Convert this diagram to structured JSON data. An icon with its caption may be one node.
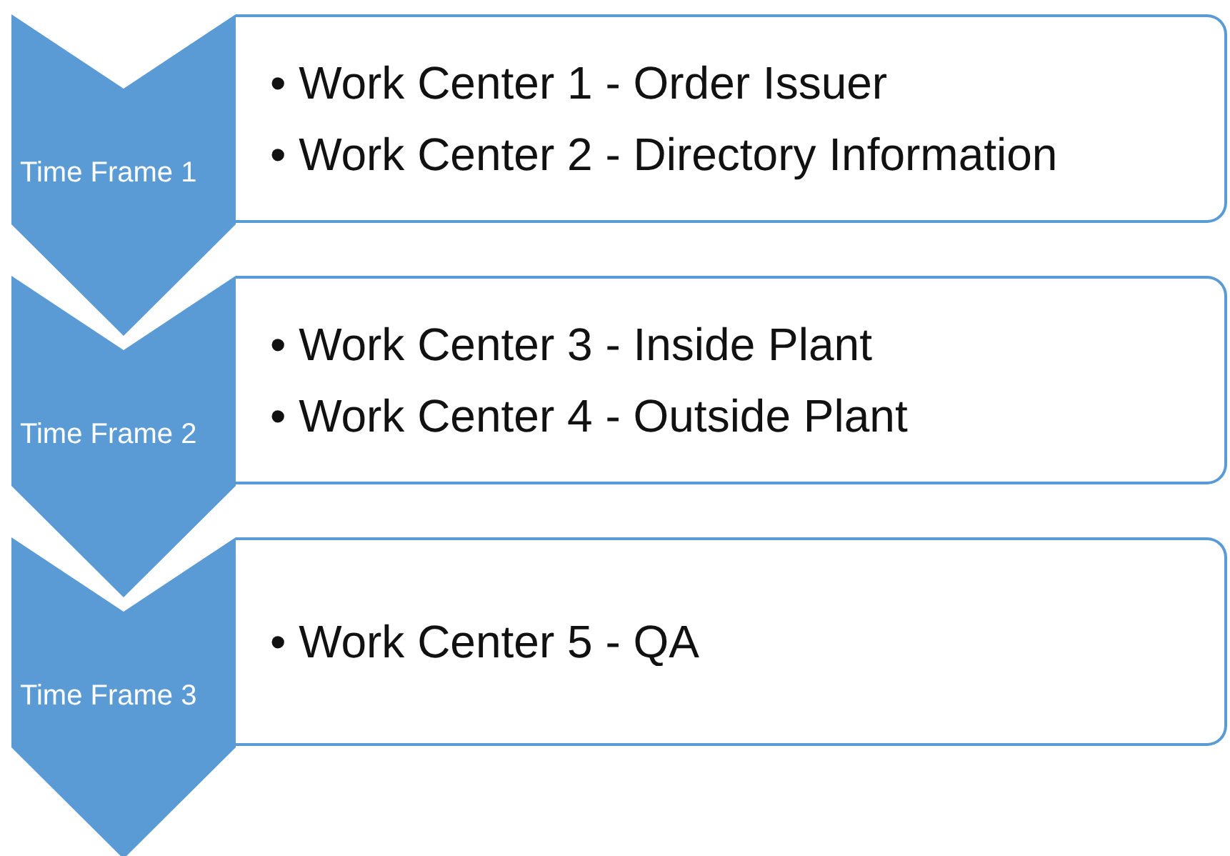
{
  "diagram": {
    "nodes": [
      {
        "text": [
          "Time Frame 1"
        ]
      },
      {
        "text": [
          "• Work Center 1 - Order Issuer",
          "• Work Center 2 - Directory Information"
        ]
      },
      {
        "text": [
          "Time Frame 2"
        ]
      },
      {
        "text": [
          "• Work Center 3 - Inside Plant",
          "• Work Center 4 - Outside Plant"
        ]
      },
      {
        "text": [
          "Time Frame 3"
        ]
      },
      {
        "text": [
          "• Work Center 5 - QA"
        ]
      }
    ]
  }
}
